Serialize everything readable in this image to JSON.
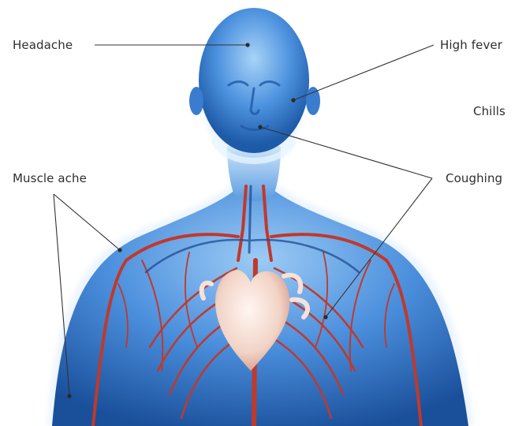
{
  "labels": {
    "headache": "Headache",
    "high_fever": "High fever",
    "chills": "Chills",
    "muscle_ache": "Muscle ache",
    "coughing": "Coughing"
  },
  "colors": {
    "body_blue_light": "#8fc3f2",
    "body_blue": "#3d84d6",
    "body_blue_dark": "#1c4f9e",
    "artery_red": "#c0392b",
    "heart": "#f3dcd2",
    "leader_line": "#333333",
    "label_text": "#2e2e2e"
  },
  "illustration": "body-with-circulatory-system"
}
